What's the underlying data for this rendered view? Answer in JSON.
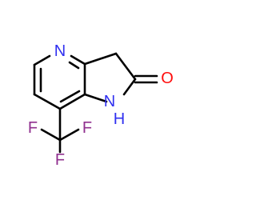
{
  "structure": {
    "atoms": [
      {
        "symbol": "N",
        "color": "#3030F0"
      },
      {
        "symbol": "O",
        "color": "#FF0D0D"
      },
      {
        "symbol": "N",
        "color": "#3030F0"
      },
      {
        "symbol": "H",
        "color": "#3030F0"
      },
      {
        "symbol": "F",
        "color": "#90308F"
      },
      {
        "symbol": "F",
        "color": "#90308F"
      },
      {
        "symbol": "F",
        "color": "#90308F"
      }
    ],
    "bond_color": "#000000"
  }
}
